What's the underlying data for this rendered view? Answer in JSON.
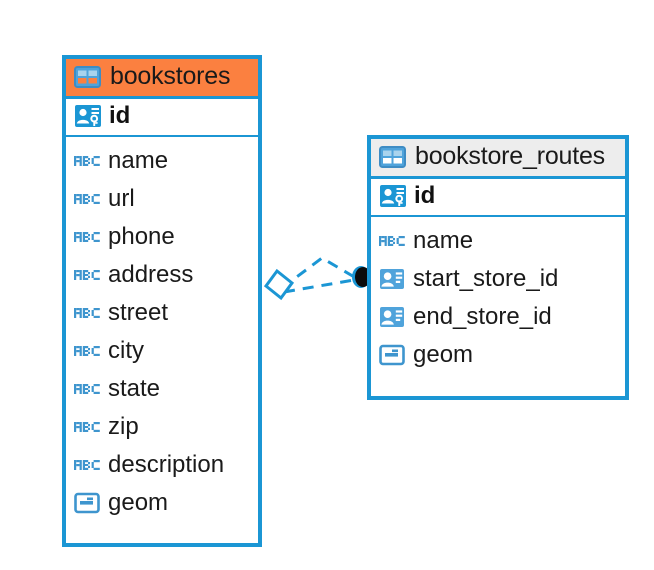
{
  "diagram": {
    "type": "entity-relationship-diagram",
    "background_color": "#FFFFFF",
    "accent_color": "#FB8040",
    "line_color": "#1B96D4",
    "entities": [
      {
        "name": "bookstores",
        "header_style": "accent",
        "header_color": "#FB8040",
        "table_icon": "table-icon",
        "primary_key": {
          "label": "id",
          "icon": "primary-key-icon"
        },
        "fields": [
          {
            "label": "name",
            "icon": "abc-text-icon"
          },
          {
            "label": "url",
            "icon": "abc-text-icon"
          },
          {
            "label": "phone",
            "icon": "abc-text-icon"
          },
          {
            "label": "address",
            "icon": "abc-text-icon"
          },
          {
            "label": "street",
            "icon": "abc-text-icon"
          },
          {
            "label": "city",
            "icon": "abc-text-icon"
          },
          {
            "label": "state",
            "icon": "abc-text-icon"
          },
          {
            "label": "zip",
            "icon": "abc-text-icon"
          },
          {
            "label": "description",
            "icon": "abc-text-icon"
          },
          {
            "label": "geom",
            "icon": "geometry-icon"
          }
        ]
      },
      {
        "name": "bookstore_routes",
        "header_style": "plain",
        "header_color": "#EDEDED",
        "table_icon": "table-icon",
        "primary_key": {
          "label": "id",
          "icon": "primary-key-icon"
        },
        "fields": [
          {
            "label": "name",
            "icon": "abc-text-icon"
          },
          {
            "label": "start_store_id",
            "icon": "foreign-key-icon"
          },
          {
            "label": "end_store_id",
            "icon": "foreign-key-icon"
          },
          {
            "label": "geom",
            "icon": "geometry-icon"
          }
        ]
      }
    ],
    "relationship": {
      "style": "dashed",
      "color": "#1B96D4",
      "source_endpoint": "diamond-marker",
      "target_endpoint": "filled-circle-marker",
      "notation": "crows-foot"
    }
  }
}
